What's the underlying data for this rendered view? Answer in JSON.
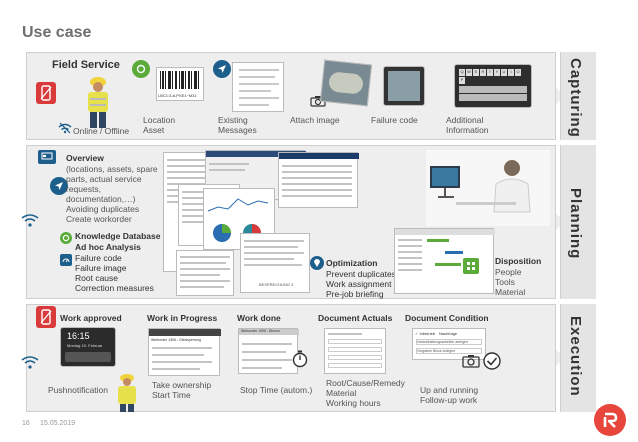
{
  "page_title": "Use case",
  "sections": {
    "capturing": {
      "side_label": "Capturing",
      "header": "Field Service",
      "online_offline": "Online / Offline",
      "barcode_text": "LBC1:3-8-PSE1~M31",
      "steps": [
        {
          "l1": "Location",
          "l2": "Asset"
        },
        {
          "l1": "Existing",
          "l2": "Messages"
        },
        {
          "l1": "Attach image",
          "l2": ""
        },
        {
          "l1": "Failure code",
          "l2": ""
        },
        {
          "l1": "Additional",
          "l2": "Information"
        }
      ],
      "keyboard_keys": [
        "Q",
        "W",
        "E",
        "R",
        "T",
        "Y",
        "U",
        "I",
        "O",
        "P"
      ]
    },
    "planning": {
      "side_label": "Planning",
      "overview_title": "Overview",
      "overview_lines": [
        "(locations, assets, spare",
        "parts, actual service",
        "requests,",
        "documentation,…)",
        "Avoiding duplicates",
        "Create workorder"
      ],
      "knowledge_title": "Knowledge Database",
      "knowledge_sub": "Ad hoc Analysis",
      "knowledge_lines": [
        "Failure code",
        "Failure image",
        "Root cause",
        "Correction measures"
      ],
      "optimization_title": "Optimization",
      "optimization_lines": [
        "Prevent duplicates",
        "Work assignment",
        "Pre-job briefing"
      ],
      "disposition_title": "Disposition",
      "disposition_lines": [
        "People",
        "Tools",
        "Material"
      ],
      "doc_caption": "BESPRECHUNG 3"
    },
    "execution": {
      "side_label": "Execution",
      "col_headers": [
        "Work approved",
        "Work in Progress",
        "Work done",
        "Document Actuals",
        "Document Condition"
      ],
      "phone_time": "16:15",
      "phone_date": "Montag 15. Februar",
      "pushnotification": "Pushnotification",
      "take_ownership": [
        "Take ownership",
        "Start Time"
      ],
      "stop_time": "Stop Time (autom.)",
      "doc_actuals": [
        "Root/Cause/Remedy",
        "Material",
        "Working hours"
      ],
      "doc_condition": [
        "Up and running",
        "Follow-up work"
      ],
      "wip_title": "Werkorder 1906 - Gleissperrung",
      "done_title": "Werkorder 1906 - Bloxen",
      "cond_options": [
        "✓ Inbetrieb",
        "Nachfolge"
      ],
      "cond_rows": [
        "Instandhaltungsarbeiten anlegen",
        "Vorgaben Bloxe anlegen"
      ]
    }
  },
  "footer": {
    "page_number": "16",
    "date": "15.05.2019"
  },
  "colors": {
    "green": "#5aab3a",
    "blue": "#1d5f8c",
    "red": "#d93b3b",
    "logo": "#e8453c"
  }
}
